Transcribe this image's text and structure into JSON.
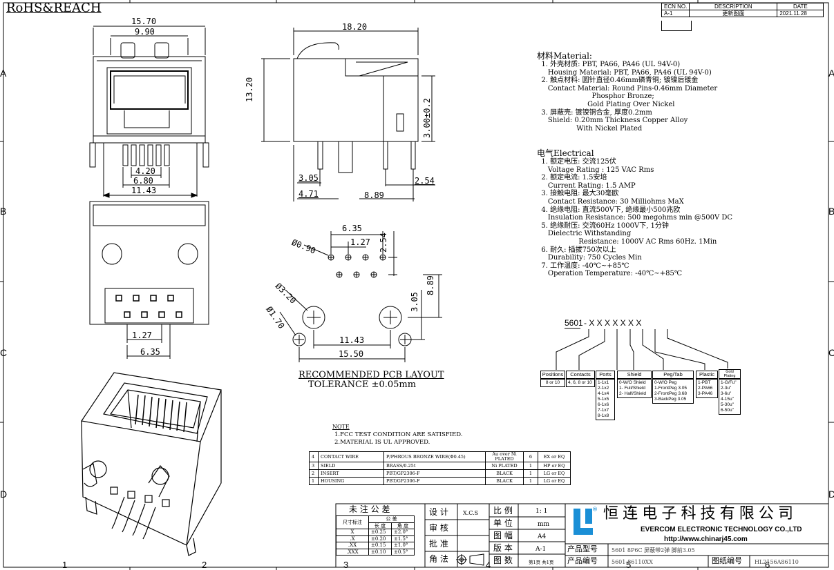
{
  "header": {
    "rohs": "RoHS&REACH",
    "revision_table": {
      "headers": [
        "ECN NO.",
        "DESCRIPTION",
        "DATE"
      ],
      "row": [
        "A-1",
        "更新图面",
        "2021.11.28"
      ]
    }
  },
  "grid_labels": {
    "rows": [
      "A",
      "B",
      "C",
      "D"
    ],
    "cols": [
      "1",
      "2",
      "3",
      "4",
      "5",
      "6"
    ]
  },
  "dims": {
    "front": [
      "15.70",
      "9.90",
      "4.20",
      "6.80",
      "11.43"
    ],
    "side": [
      "18.20",
      "13.20",
      "3.00±0.2",
      "3.05",
      "4.71",
      "8.89",
      "2.54"
    ],
    "bottom": [
      "1.27",
      "6.35"
    ],
    "pcb": [
      "6.35",
      "1.27",
      "2.54",
      "Ø0.90",
      "Ø3.20",
      "Ø1.70",
      "8.89",
      "3.05",
      "11.43",
      "15.50"
    ]
  },
  "pcb_layout": {
    "title": "RECOMMENDED PCB LAYOUT",
    "tolerance": "TOLERANCE ±0.05mm"
  },
  "material": {
    "heading": "材料Material:",
    "lines": [
      "  1. 外壳材质: PBT, PA66, PA46 (UL 94V-0)",
      "     Housing Material: PBT, PA66, PA46 (UL 94V-0)",
      "  2. 触点材料: 圆针直径0.46mm磷青铜; 镀镍后镀金",
      "     Contact Material: Round Pins-0.46mm Diameter",
      "                         Phosphor Bronze;",
      "                       Gold Plating Over Nickel",
      "  3. 屏蔽壳: 镀镍铜合金, 厚度0.2mm",
      "     Shield: 0.20mm Thickness Copper Alloy",
      "                  With Nickel Plated"
    ]
  },
  "electrical": {
    "heading": "电气Electrical",
    "lines": [
      "  1. 额定电压: 交流125伏",
      "     Voltage Rating : 125 VAC Rms",
      "  2. 额定电流: 1.5安培",
      "     Current Rating: 1.5 AMP",
      "  3. 接触电阻: 最大30毫欧",
      "     Contact Resistance: 30 Milliohms MaX",
      "  4. 绝缘电阻: 直流500V下, 绝缘最小500兆欧",
      "     Insulation Resistance: 500 megohms min @500V DC",
      "  5. 绝缘耐压: 交流60Hz 1000V下, 1分钟",
      "     Dielectric Withstanding",
      "                   Resistance: 1000V AC Rms 60Hz. 1Min",
      "  6. 耐久: 插拔750次以上",
      "     Durability: 750 Cycles Min",
      "  7. 工作温度: -40℃~+85℃",
      "     Operation Temperature: -40℃~+85℃"
    ]
  },
  "part_code": {
    "prefix": "5601",
    "code": "- X  X  X  X  X  X  X",
    "options": [
      {
        "head": "Positions",
        "body": "8 or 10"
      },
      {
        "head": "Contacts",
        "body": "4, 6, 8 or 10"
      },
      {
        "head": "Ports",
        "body": "1-1x1\n2-1x2\n4-1x4\n5-1x5\n6-1x6\n7-1x7\n8-1x8"
      },
      {
        "head": "Shield",
        "body": "0-W/O Shield\n1- Full/Shield\n2- Half/Shield"
      },
      {
        "head": "Peg/Tab",
        "body": "0-W/O Peg\n1-FrontPeg 3.05\n2-FrontPeg 3.68\n3-BackPeg 3.05"
      },
      {
        "head": "Plastic",
        "body": "1-PBT\n2-PA66\n3-PA46"
      },
      {
        "head": "Gold\nPlating",
        "body": "1-G/Fu\"\n2-3u\"\n3-6u\"\n4-15u\"\n5-30u\"\n6-50u\""
      }
    ]
  },
  "note": {
    "heading": "NOTE",
    "lines": [
      "1.FCC TEST CONDITION ARE SATISFIED.",
      "2.MATERIAL IS UL APPROVED."
    ]
  },
  "bom": [
    [
      "4",
      "CONTACT WIRE",
      "P/PHROUS BRONZE WIRE(Φ0.45)",
      "Au over Ni PLATED",
      "6",
      "EX or EQ"
    ],
    [
      "3",
      "SIELD",
      "BRASS/0.25t",
      "Ni PLATED",
      "1",
      "HP or EQ"
    ],
    [
      "2",
      "INSERT",
      "PBT/GP2306-F",
      "BLACK",
      "1",
      "LG or EQ"
    ],
    [
      "1",
      "HOUSING",
      "PBT/GP2306-F",
      "BLACK",
      "1",
      "LG or EQ"
    ]
  ],
  "title_block": {
    "tolerance_title": "未 注 公 差",
    "tol_header": [
      "公  差"
    ],
    "tol_sub": [
      "尺寸标注",
      "长 度",
      "角 度"
    ],
    "tol_rows": [
      [
        "X",
        "±0.25",
        "±2.0°"
      ],
      [
        ".X",
        "±0.20",
        "±1.5°"
      ],
      [
        ".XX",
        "±0.15",
        "±1.0°"
      ],
      [
        ".XXX",
        "±0.10",
        "±0.5°"
      ]
    ],
    "design": "设 计",
    "design_value": "X.C.S",
    "check": "审 核",
    "approve": "批 准",
    "angle": "角 法",
    "scale_label": "比 例",
    "scale_value": "1: 1",
    "unit_label": "单 位",
    "unit_value": "mm",
    "size_label": "图 幅",
    "size_value": "A4",
    "version_label": "版 本",
    "version_value": "A-1",
    "sheets_label": "图 数",
    "sheets_value": "第1页 共1页",
    "company_cn": "恒 连 电 子 科 技 有 限 公 司",
    "company_en": "EVERCOM ELECTRONIC TECHNOLOGY CO.,LTD",
    "url": "http://www.chinarj45.com",
    "model_label": "产品型号",
    "model_value": "5601 8P6C 屏蔽带2弹 脚前3.05",
    "part_label": "产品编号",
    "part_value": "5601-86110XX",
    "drawing_label": "图纸编号",
    "drawing_value": "HL2156A86110"
  }
}
